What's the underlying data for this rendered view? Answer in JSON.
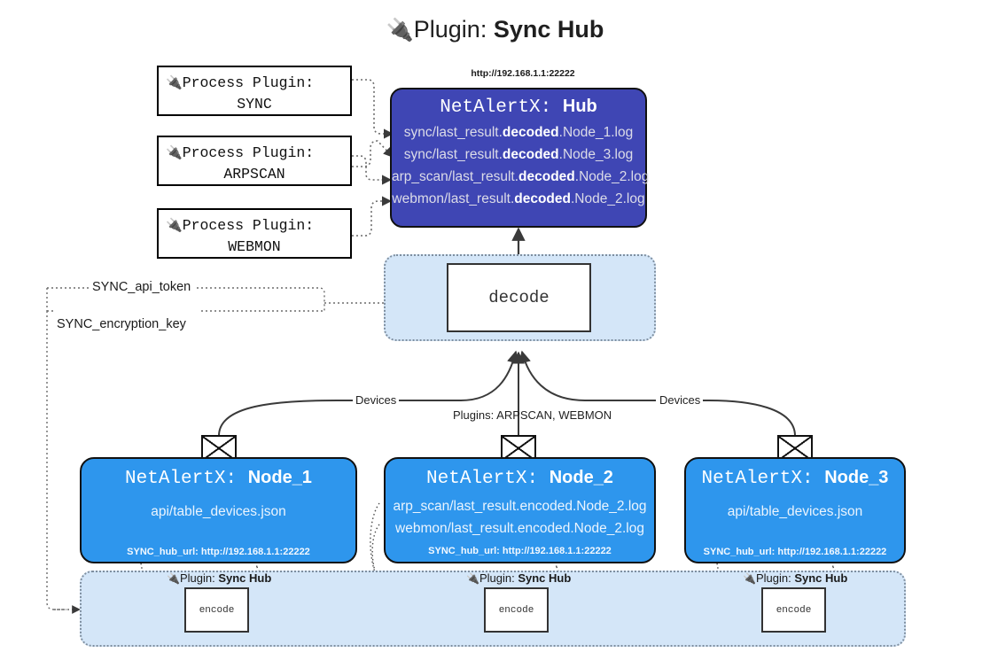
{
  "title": {
    "icon": "plug-icon",
    "glyph": "🔌",
    "prefix": "Plugin:",
    "name": "Sync Hub"
  },
  "process_plugins": [
    {
      "icon": "plug-icon",
      "glyph": "🔌",
      "line1": "Process Plugin:",
      "line2": "SYNC"
    },
    {
      "icon": "plug-icon",
      "glyph": "🔌",
      "line1": "Process Plugin:",
      "line2": "ARPSCAN"
    },
    {
      "icon": "plug-icon",
      "glyph": "🔌",
      "line1": "Process Plugin:",
      "line2": "WEBMON"
    }
  ],
  "hub": {
    "url": "http://192.168.1.1:22222",
    "title_prefix": "NetAlertX:",
    "title_name": "Hub",
    "color": "#3f46b4",
    "logs": [
      {
        "pre": "sync/last_result.",
        "em": "decoded",
        "post": ".Node_1.log"
      },
      {
        "pre": "sync/last_result.",
        "em": "decoded",
        "post": ".Node_3.log"
      },
      {
        "pre": "arp_scan/last_result.",
        "em": "decoded",
        "post": ".Node_2.log"
      },
      {
        "pre": "webmon/last_result.",
        "em": "decoded",
        "post": ".Node_2.log"
      }
    ]
  },
  "decode": {
    "label": "decode",
    "container_color": "#d4e6f8"
  },
  "params": [
    {
      "label": "SYNC_api_token"
    },
    {
      "label": "SYNC_encryption_key"
    }
  ],
  "edge_labels": {
    "devices_left": "Devices",
    "devices_right": "Devices",
    "plugins_center": "Plugins: ARPSCAN, WEBMON"
  },
  "nodes": [
    {
      "icon": "envelope-icon",
      "title_prefix": "NetAlertX:",
      "title_name": "Node_1",
      "color": "#2e96ed",
      "lines": [
        "api/table_devices.json"
      ],
      "hub_url_label": "SYNC_hub_url: http://192.168.1.1:22222"
    },
    {
      "icon": "envelope-icon",
      "title_prefix": "NetAlertX:",
      "title_name": "Node_2",
      "color": "#2e96ed",
      "lines": [
        "arp_scan/last_result.encoded.Node_2.log",
        "webmon/last_result.encoded.Node_2.log"
      ],
      "hub_url_label": "SYNC_hub_url: http://192.168.1.1:22222"
    },
    {
      "icon": "envelope-icon",
      "title_prefix": "NetAlertX:",
      "title_name": "Node_3",
      "color": "#2e96ed",
      "lines": [
        "api/table_devices.json"
      ],
      "hub_url_label": "SYNC_hub_url: http://192.168.1.1:22222"
    }
  ],
  "encode_sections": [
    {
      "icon": "plug-icon",
      "glyph": "🔌",
      "tag_prefix": "Plugin:",
      "tag_name": "Sync Hub",
      "label": "encode"
    },
    {
      "icon": "plug-icon",
      "glyph": "🔌",
      "tag_prefix": "Plugin:",
      "tag_name": "Sync Hub",
      "label": "encode"
    },
    {
      "icon": "plug-icon",
      "glyph": "🔌",
      "tag_prefix": "Plugin:",
      "tag_name": "Sync Hub",
      "label": "encode"
    }
  ]
}
